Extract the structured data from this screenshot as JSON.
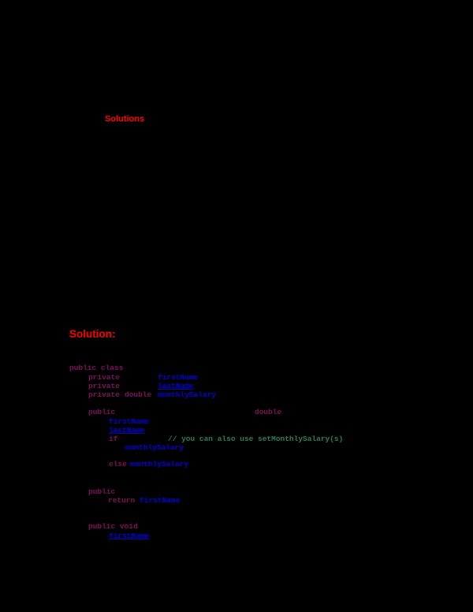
{
  "colors": {
    "page_bg": "#000000",
    "heading": "#ff0000",
    "keyword": "#7d105c",
    "identifier": "#0000db",
    "comment": "#2e7b58"
  },
  "headings": {
    "small": "Solutions",
    "large": "Solution:"
  },
  "code": {
    "tokens": [
      {
        "text": "public class",
        "type": "keyword"
      },
      {
        "text": "private",
        "type": "keyword"
      },
      {
        "text": "firstName",
        "type": "identifier"
      },
      {
        "text": "private",
        "type": "keyword"
      },
      {
        "text": "lastName",
        "type": "identifier",
        "underline": true
      },
      {
        "text": "private",
        "type": "keyword"
      },
      {
        "text": "double",
        "type": "keyword"
      },
      {
        "text": "monthlySalary",
        "type": "identifier"
      },
      {
        "text": "public",
        "type": "keyword"
      },
      {
        "text": "double",
        "type": "keyword"
      },
      {
        "text": "firstName",
        "type": "identifier"
      },
      {
        "text": "lastName",
        "type": "identifier",
        "underline": true
      },
      {
        "text": "if",
        "type": "keyword"
      },
      {
        "text": "// you can also use setMonthlySalary(s)",
        "type": "comment"
      },
      {
        "text": "monthlySalary",
        "type": "identifier"
      },
      {
        "text": "else",
        "type": "keyword"
      },
      {
        "text": "monthlySalary",
        "type": "identifier"
      },
      {
        "text": "public",
        "type": "keyword"
      },
      {
        "text": "return",
        "type": "keyword"
      },
      {
        "text": "firstName",
        "type": "identifier"
      },
      {
        "text": "public void",
        "type": "keyword"
      },
      {
        "text": "firstName",
        "type": "identifier",
        "underline": true
      }
    ]
  }
}
